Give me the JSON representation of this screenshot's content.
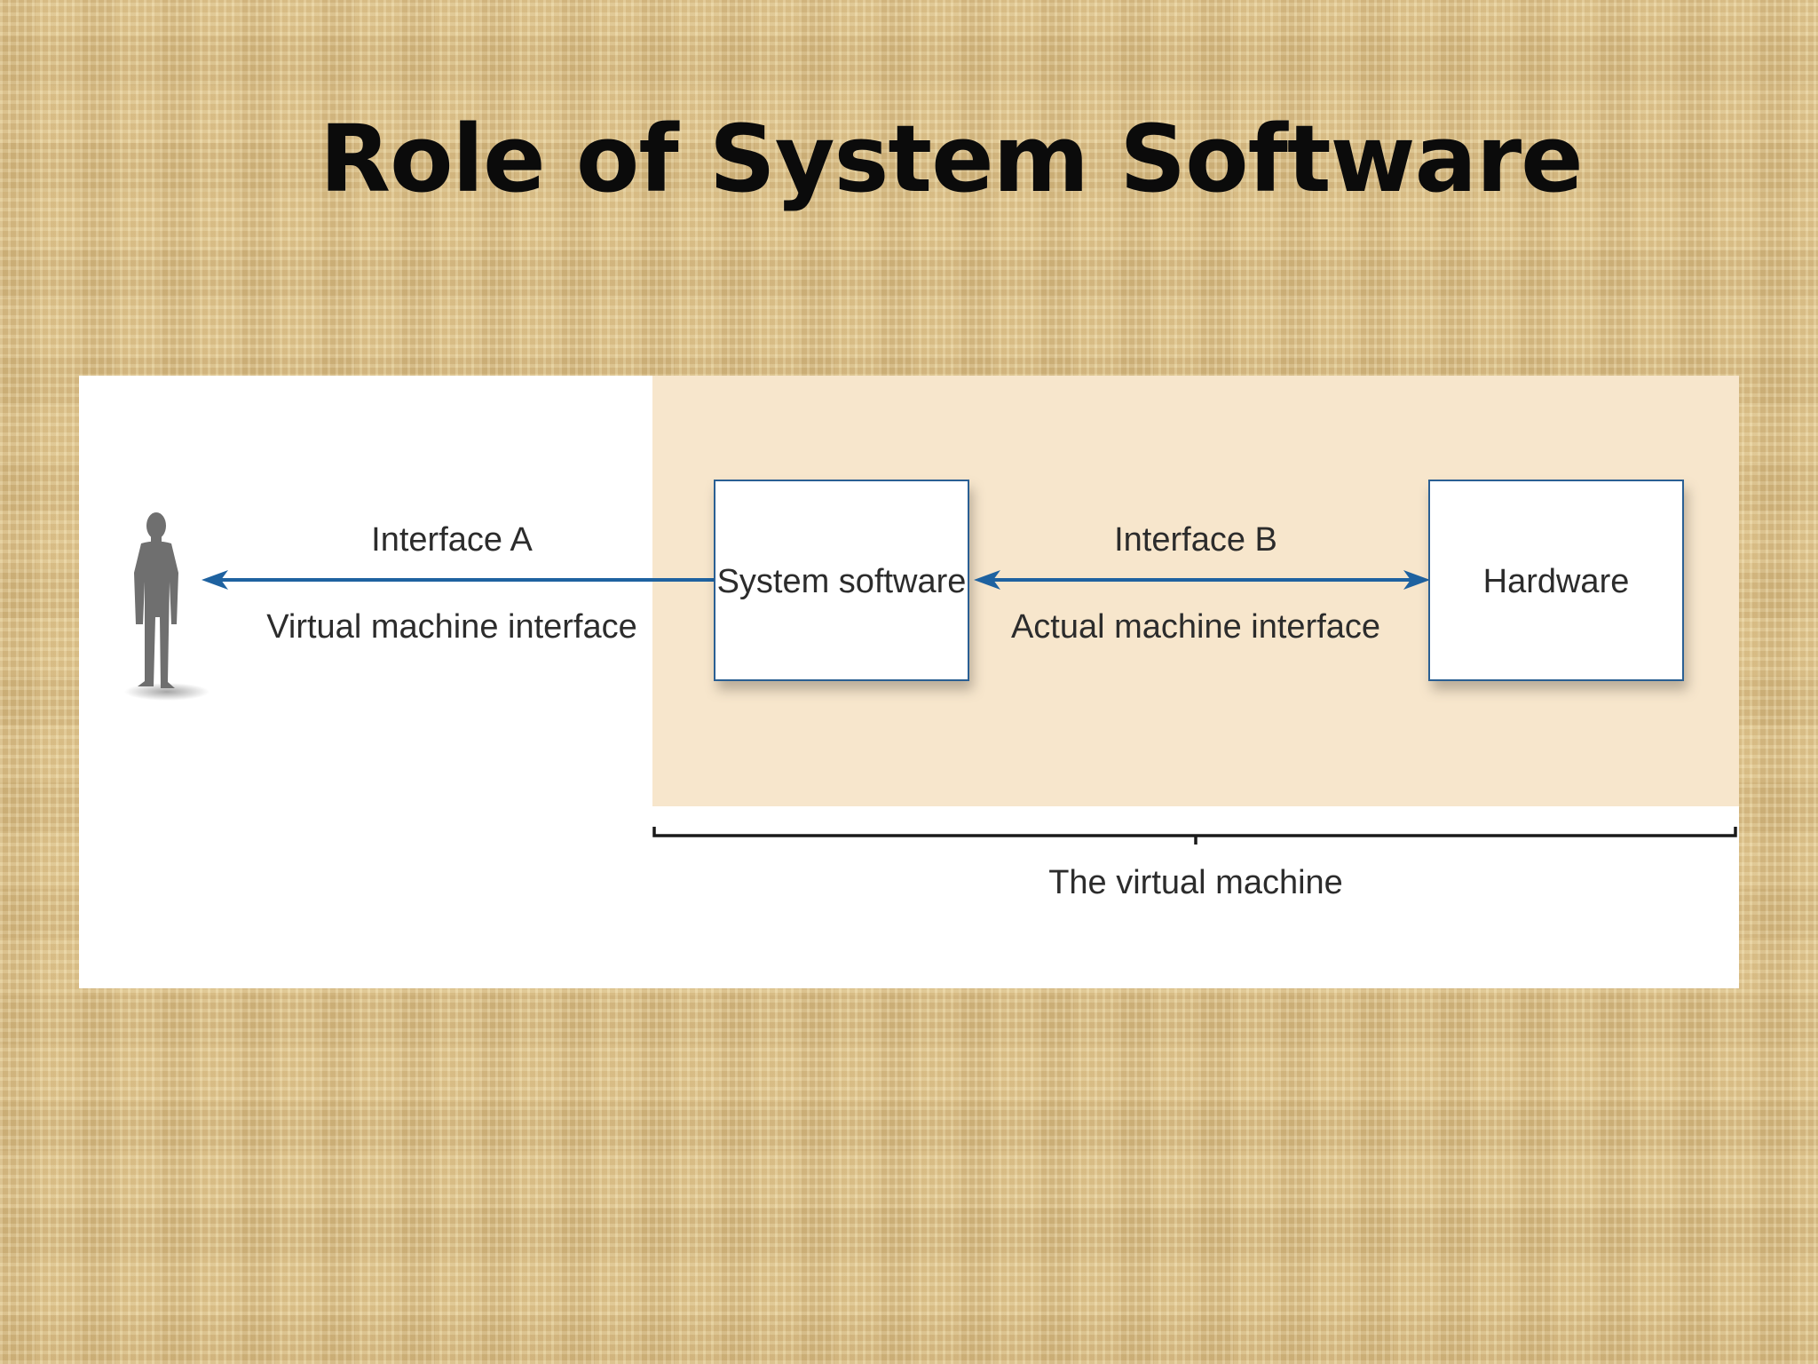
{
  "slide": {
    "title": "Role of System Software"
  },
  "diagram": {
    "interface_a_label": "Interface A",
    "interface_a_sublabel": "Virtual machine interface",
    "interface_b_label": "Interface B",
    "interface_b_sublabel": "Actual machine interface",
    "system_software_label": "System software",
    "hardware_label": "Hardware",
    "virtual_machine_label": "The virtual machine",
    "colors": {
      "arrow": "#1e62a0",
      "box_border": "#2a5f93",
      "virtual_machine_region": "#f7e6cc",
      "user_figure": "#6f6f6f"
    },
    "icons": [
      "person-icon"
    ]
  }
}
